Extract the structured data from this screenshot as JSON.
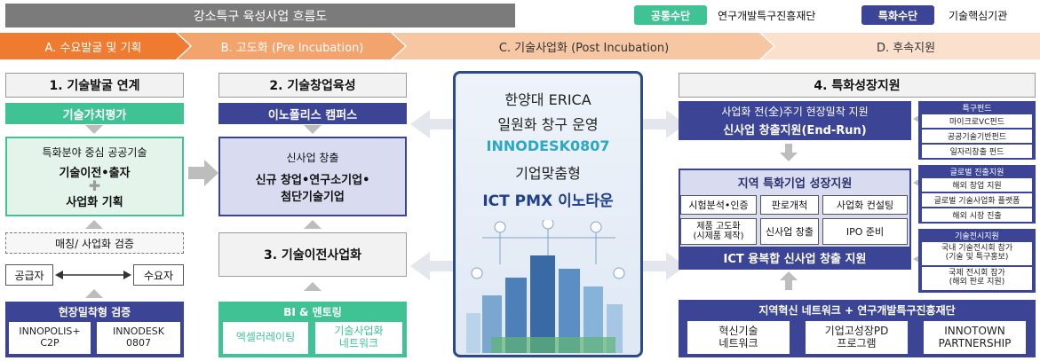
{
  "header": {
    "title": "강소특구 육성사업 흐름도",
    "legend": [
      {
        "badge": "공통수단",
        "label": "연구개발특구진흥재단",
        "color": "#40c394"
      },
      {
        "badge": "특화수단",
        "label": "기술핵심기관",
        "color": "#3c4496"
      }
    ]
  },
  "phases": [
    "A. 수요발굴 및 기획",
    "B. 고도화 (Pre Incubation)",
    "C. 기술사업화 (Post Incubation)",
    "D. 후속지원"
  ],
  "colA": {
    "heading": "1. 기술발굴 연계",
    "green_bar": "기술가치평가",
    "box_line1": "특화분야 중심 공공기술",
    "box_line2": "기술이전•출자",
    "box_line3": "사업화 기획",
    "matching": "매칭/ 사업화 검증",
    "supplier": "공급자",
    "consumer": "수요자",
    "panel_title": "현장밀착형 검증",
    "panel_items": [
      "INNOPOLIS+\nC2P",
      "INNODESK\n0807"
    ]
  },
  "colB": {
    "heading": "2. 기술창업육성",
    "navy_bar": "이노폴리스 캠퍼스",
    "box_line1": "신사업 창출",
    "box_line2": "신규 창업•연구소기업•",
    "box_line3": "첨단기술기업",
    "heading2": "3. 기술이전사업화",
    "panel_title": "BI & 멘토링",
    "panel_items": [
      "엑셀러레이팅",
      "기술사업화\n네트워크"
    ]
  },
  "colC": {
    "line1": "한양대 ERICA",
    "line2": "일원화 창구 운영",
    "line3": "INNODESK0807",
    "line4": "기업맞춤형",
    "line5": "ICT PMX 이노타운"
  },
  "colD": {
    "heading": "4. 특화성장지원",
    "top_line1": "사업화 전(全)주기 현장밀착 지원",
    "top_line2": "신사업 창출지원(End-Run)",
    "mid_title": "지역 특화기업 성장지원",
    "grid": [
      "시험분석•인증",
      "판로개척",
      "사업화 컨설팅",
      "제품 고도화\n(시제품 제작)",
      "신사업 창출",
      "IPO 준비"
    ],
    "ict_bar": "ICT 융복합 신사업 창출 지원",
    "panel_title": "지역혁신 네트워크 + 연구개발특구진흥재단",
    "panel_items": [
      "혁신기술\n네트워크",
      "기업고성장PD\n프로그램",
      "INNOTOWN\nPARTNERSHIP"
    ]
  },
  "side": {
    "fund_title": "특구펀드",
    "fund_items": [
      "마이크로VC펀드",
      "공공기술기반펀드",
      "일자리창출 펀드"
    ],
    "global_title": "글로벌 진출지원",
    "global_items": [
      "해외 창업 지원",
      "글로벌 기술사업화 플랫폼",
      "해외 시장 진출"
    ],
    "expo_title": "기술전시지원",
    "expo_items": [
      "국내 기술전시회 참가\n(기술 및 특구홍보)",
      "국제 전시회 참가\n(해외 판로 지원)"
    ]
  }
}
